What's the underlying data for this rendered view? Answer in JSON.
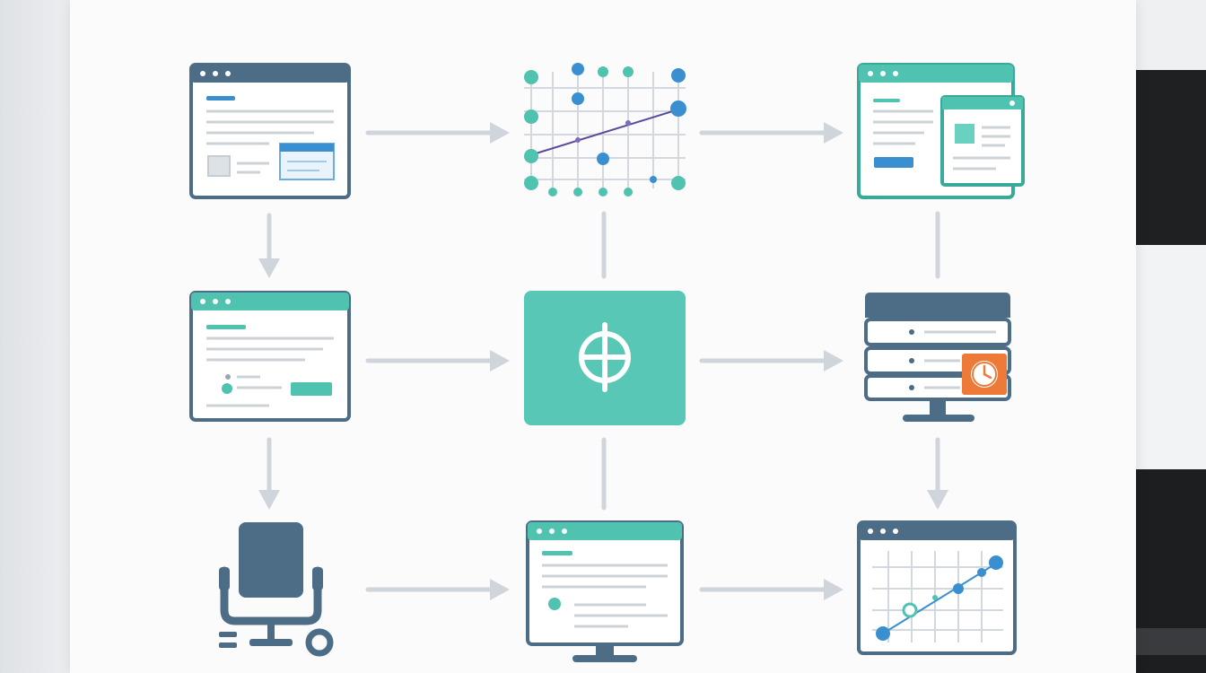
{
  "colors": {
    "slate": "#4d6d87",
    "teal": "#4fc2b0",
    "teal_dark": "#3aaa98",
    "blue": "#3a8fd0",
    "orange": "#ee7a3a",
    "connector": "#cfd5da",
    "line_gray": "#cdd2d7",
    "panel_bg": "#ffffff"
  },
  "nodes": [
    {
      "id": "browser-form-window",
      "icon": "browser-form-icon"
    },
    {
      "id": "dot-grid-chart",
      "icon": "dot-grid-chart-icon"
    },
    {
      "id": "document-overlay-window",
      "icon": "document-overlay-icon"
    },
    {
      "id": "browser-list-window",
      "icon": "browser-list-icon"
    },
    {
      "id": "central-hub",
      "icon": "crosshair-icon"
    },
    {
      "id": "server-monitor",
      "icon": "server-clock-icon"
    },
    {
      "id": "office-chair",
      "icon": "chair-icon"
    },
    {
      "id": "desktop-monitor",
      "icon": "monitor-icon"
    },
    {
      "id": "chart-window",
      "icon": "line-chart-icon"
    }
  ]
}
